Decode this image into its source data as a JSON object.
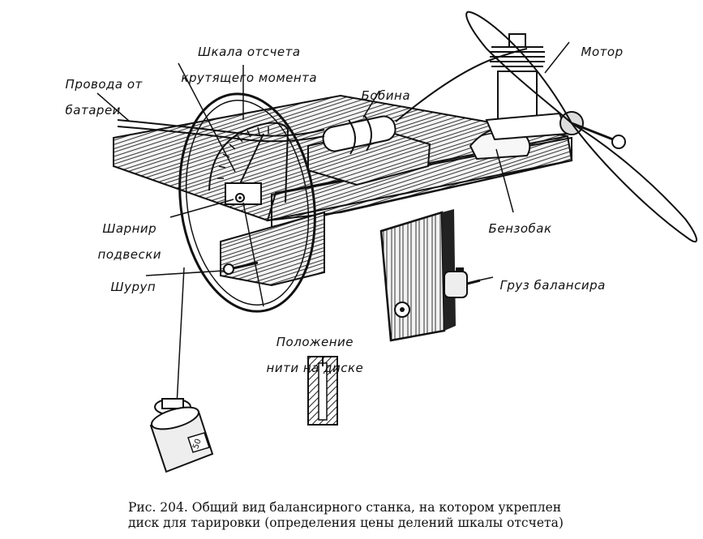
{
  "labels": {
    "scale_line1": "Шкала отсчета",
    "scale_line2": "крутящего момента",
    "wires_line1": "Провода от",
    "wires_line2": "батареи",
    "coil": "Бобина",
    "motor": "Мотор",
    "hinge_line1": "Шарнир",
    "hinge_line2": "подвески",
    "tank": "Бензобак",
    "screw": "Шуруп",
    "balance_weight": "Груз балансира",
    "thread_line1": "Положение",
    "thread_line2": "нити на диске"
  },
  "weight_marking": "50",
  "caption": {
    "line1": "Рис. 204. Общий вид балансирного станка, на котором укреплен",
    "line2": "диск для тарировки (определения цены делений шкалы отсчета)"
  }
}
